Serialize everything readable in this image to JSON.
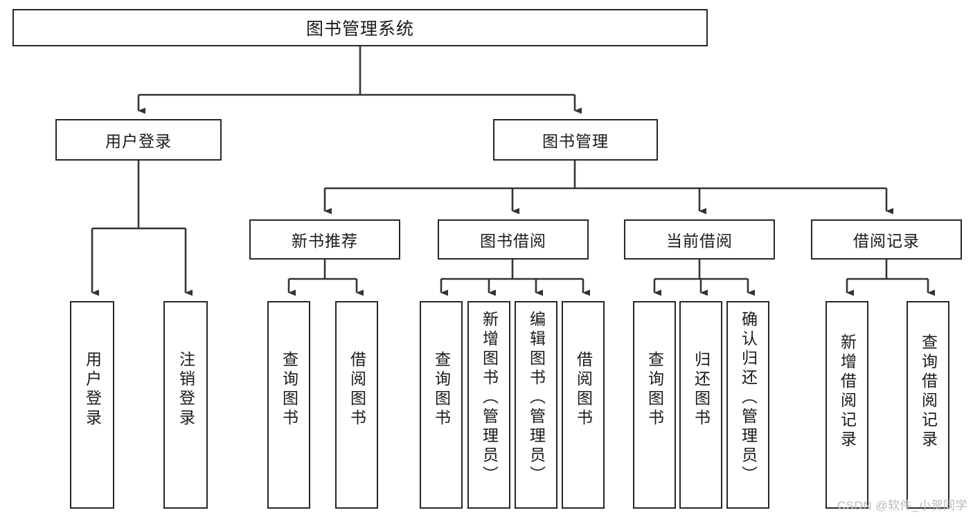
{
  "diagram": {
    "title": "图书管理系统",
    "type": "hierarchy-tree",
    "watermark": "CSDN @软件_小贺同学",
    "colors": {
      "border": "#262626",
      "background": "#ffffff",
      "text": "#1a1a1a",
      "connector": "#333333",
      "watermark": "#b9b9b9"
    },
    "levels": {
      "level0": "root",
      "level1": "modules",
      "level2": "submodules",
      "level3": "functions"
    }
  },
  "nodes": {
    "root": {
      "label": "图书管理系统",
      "orientation": "horizontal"
    },
    "level1": [
      {
        "id": "user-login",
        "label": "用户登录",
        "orientation": "horizontal"
      },
      {
        "id": "book-manage",
        "label": "图书管理",
        "orientation": "horizontal"
      }
    ],
    "level2": [
      {
        "id": "new-book-recommend",
        "label": "新书推荐",
        "orientation": "horizontal",
        "parent": "book-manage"
      },
      {
        "id": "book-borrow",
        "label": "图书借阅",
        "orientation": "horizontal",
        "parent": "book-manage"
      },
      {
        "id": "current-borrow",
        "label": "当前借阅",
        "orientation": "horizontal",
        "parent": "book-manage"
      },
      {
        "id": "borrow-record",
        "label": "借阅记录",
        "orientation": "horizontal",
        "parent": "book-manage"
      }
    ],
    "leaves": [
      {
        "id": "leaf-user-login",
        "label": "用户登录",
        "parent": "user-login"
      },
      {
        "id": "leaf-logout-login",
        "label": "注销登录",
        "parent": "user-login"
      },
      {
        "id": "leaf-query-book-1",
        "label": "查询图书",
        "parent": "new-book-recommend"
      },
      {
        "id": "leaf-borrow-book-1",
        "label": "借阅图书",
        "parent": "new-book-recommend"
      },
      {
        "id": "leaf-query-book-2",
        "label": "查询图书",
        "parent": "book-borrow"
      },
      {
        "id": "leaf-add-book",
        "label": "新增图书（管理员）",
        "parent": "book-borrow"
      },
      {
        "id": "leaf-edit-book",
        "label": "编辑图书（管理员）",
        "parent": "book-borrow"
      },
      {
        "id": "leaf-borrow-book-2",
        "label": "借阅图书",
        "parent": "book-borrow"
      },
      {
        "id": "leaf-query-book-3",
        "label": "查询图书",
        "parent": "current-borrow"
      },
      {
        "id": "leaf-return-book",
        "label": "归还图书",
        "parent": "current-borrow"
      },
      {
        "id": "leaf-confirm-return",
        "label": "确认归还（管理员）",
        "parent": "current-borrow"
      },
      {
        "id": "leaf-add-record",
        "label": "新增借阅记录",
        "parent": "borrow-record"
      },
      {
        "id": "leaf-query-record",
        "label": "查询借阅记录",
        "parent": "borrow-record"
      }
    ]
  }
}
